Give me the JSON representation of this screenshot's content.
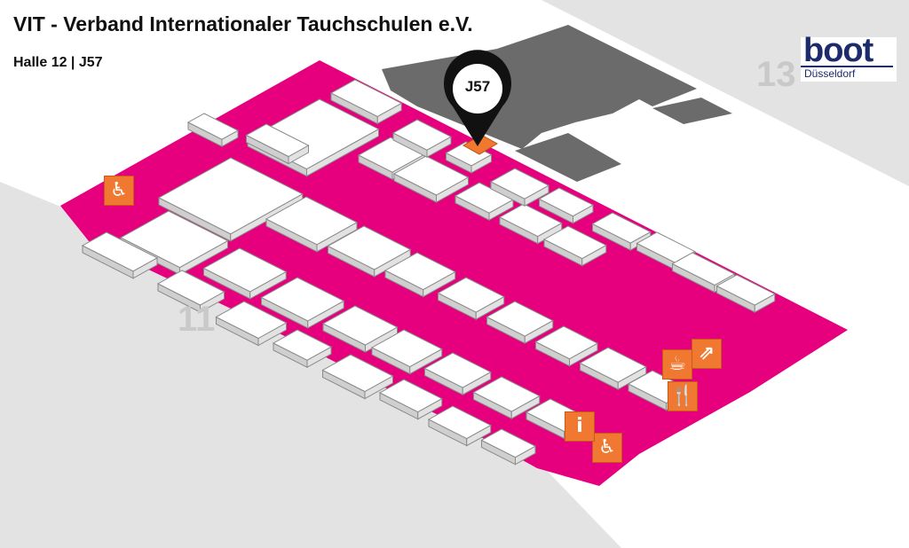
{
  "header": {
    "title": "VIT - Verband Internationaler Tauchschulen e.V.",
    "location": "Halle 12 | J57"
  },
  "logo": {
    "name": "boot",
    "city": "Düsseldorf"
  },
  "halls": {
    "left": "11",
    "right": "13"
  },
  "marker": {
    "label": "J57"
  },
  "amenities": {
    "wheelchair_a": "wheelchair-icon",
    "wheelchair_b": "wheelchair-icon",
    "information": "info-icon",
    "cafe": "coffee-icon",
    "restaurant": "cutlery-icon",
    "escalator": "escalator-icon"
  },
  "colors": {
    "hall_floor": "#e6007e",
    "booth": "#ffffff",
    "highlighted_booth": "#f07830",
    "neighbor_hall": "#e3e3e3",
    "walkway": "#6b6b6b",
    "amenity": "#f07830",
    "logo": "#1d2a6b"
  }
}
